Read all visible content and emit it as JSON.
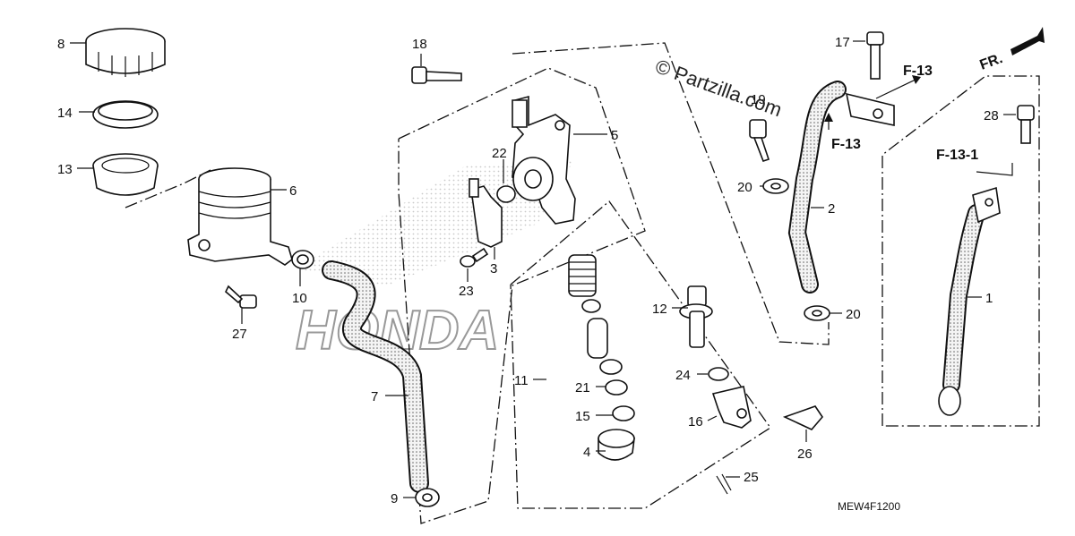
{
  "watermark": "© Partzilla.com",
  "brand_watermark": "HONDA",
  "diagram_code": "MEW4F1200",
  "front_indicator": "FR.",
  "references": {
    "f13_a": "F-13",
    "f13_b": "F-13",
    "f131": "F-13-1"
  },
  "callouts": {
    "p1": "1",
    "p2": "2",
    "p3": "3",
    "p4": "4",
    "p5": "5",
    "p6": "6",
    "p7": "7",
    "p8": "8",
    "p9": "9",
    "p10": "10",
    "p11": "11",
    "p12": "12",
    "p13": "13",
    "p14": "14",
    "p15": "15",
    "p16": "16",
    "p17": "17",
    "p18": "18",
    "p19": "19",
    "p20a": "20",
    "p20b": "20",
    "p21": "21",
    "p22": "22",
    "p23": "23",
    "p24": "24",
    "p25": "25",
    "p26": "26",
    "p27": "27",
    "p28": "28"
  }
}
